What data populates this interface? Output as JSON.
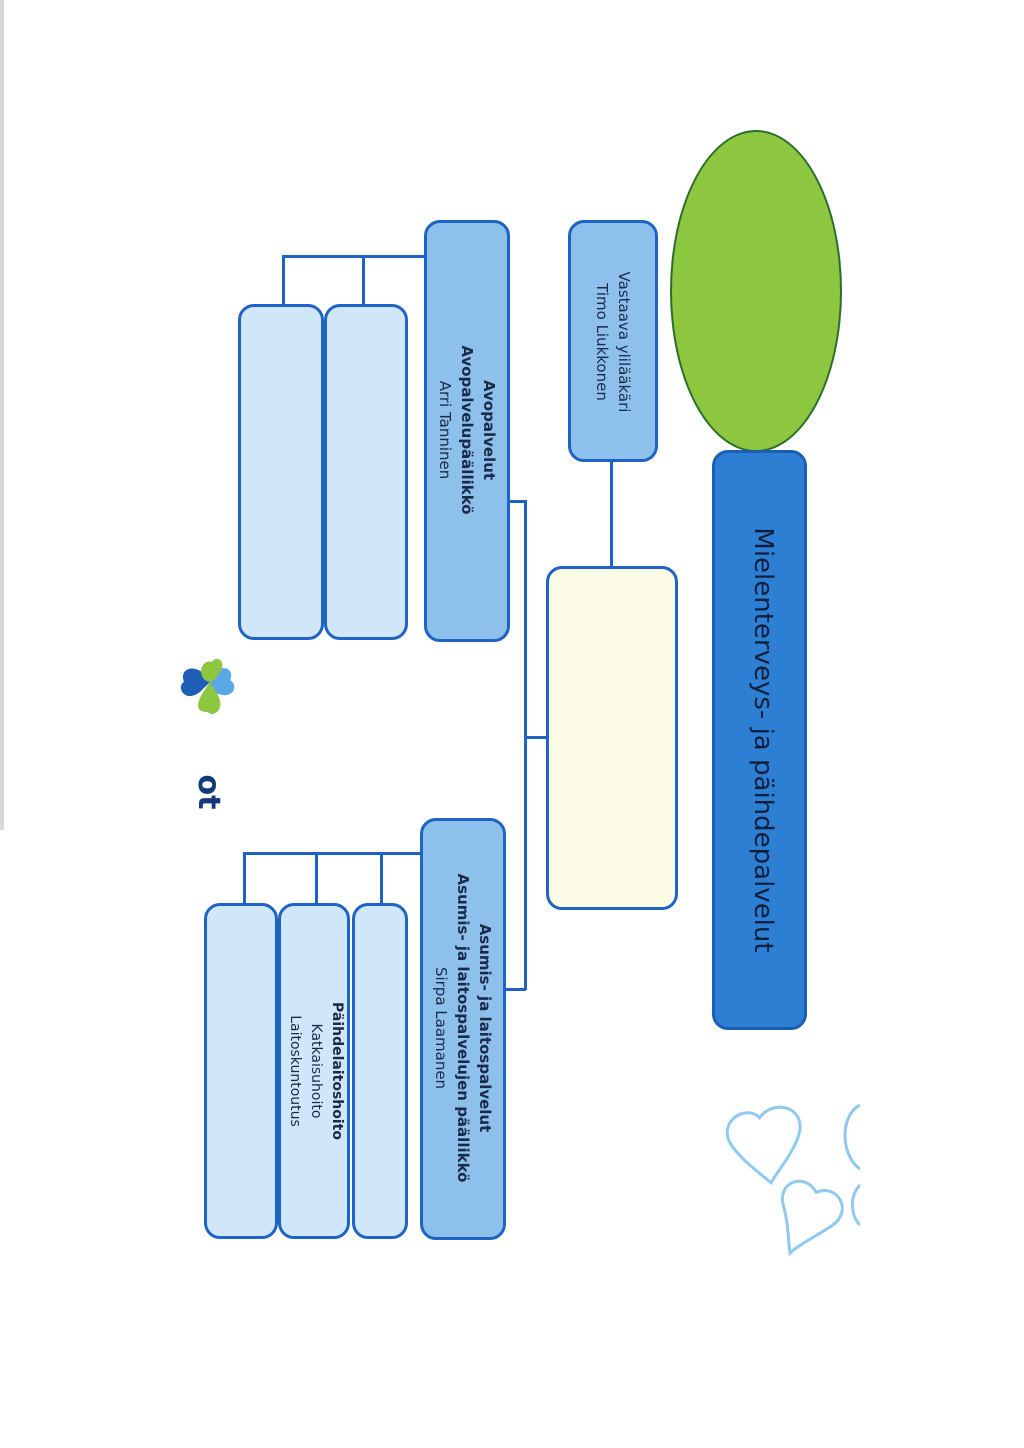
{
  "title": "Mielenterveys- ja päihdepalvelut",
  "chief_physician": {
    "role": "Vastaava ylilääkäri",
    "name": "Timo Liukkonen"
  },
  "outpatient": {
    "unit": "Avopalvelut",
    "role": "Avopalvelupäällikkö",
    "name": "Arri Tanninen"
  },
  "housing": {
    "unit": "Asumis- ja laitospalvelut",
    "role": "Asumis- ja laitospalvelujen päällikkö",
    "name": "Sirpa Laamanen"
  },
  "substance_box": {
    "heading": "Päihdelaitoshoito",
    "line1": "Katkaisuhoito",
    "line2": "Laitoskuntoutus"
  },
  "logo_text": "ot",
  "colors": {
    "title_box": "#2d7fd4",
    "ellipse": "#8dc63f",
    "mid_box": "#8dc1ec",
    "light_box": "#cfe7f8",
    "center_box": "#fbfbe6",
    "lines": "#1f64c4"
  }
}
